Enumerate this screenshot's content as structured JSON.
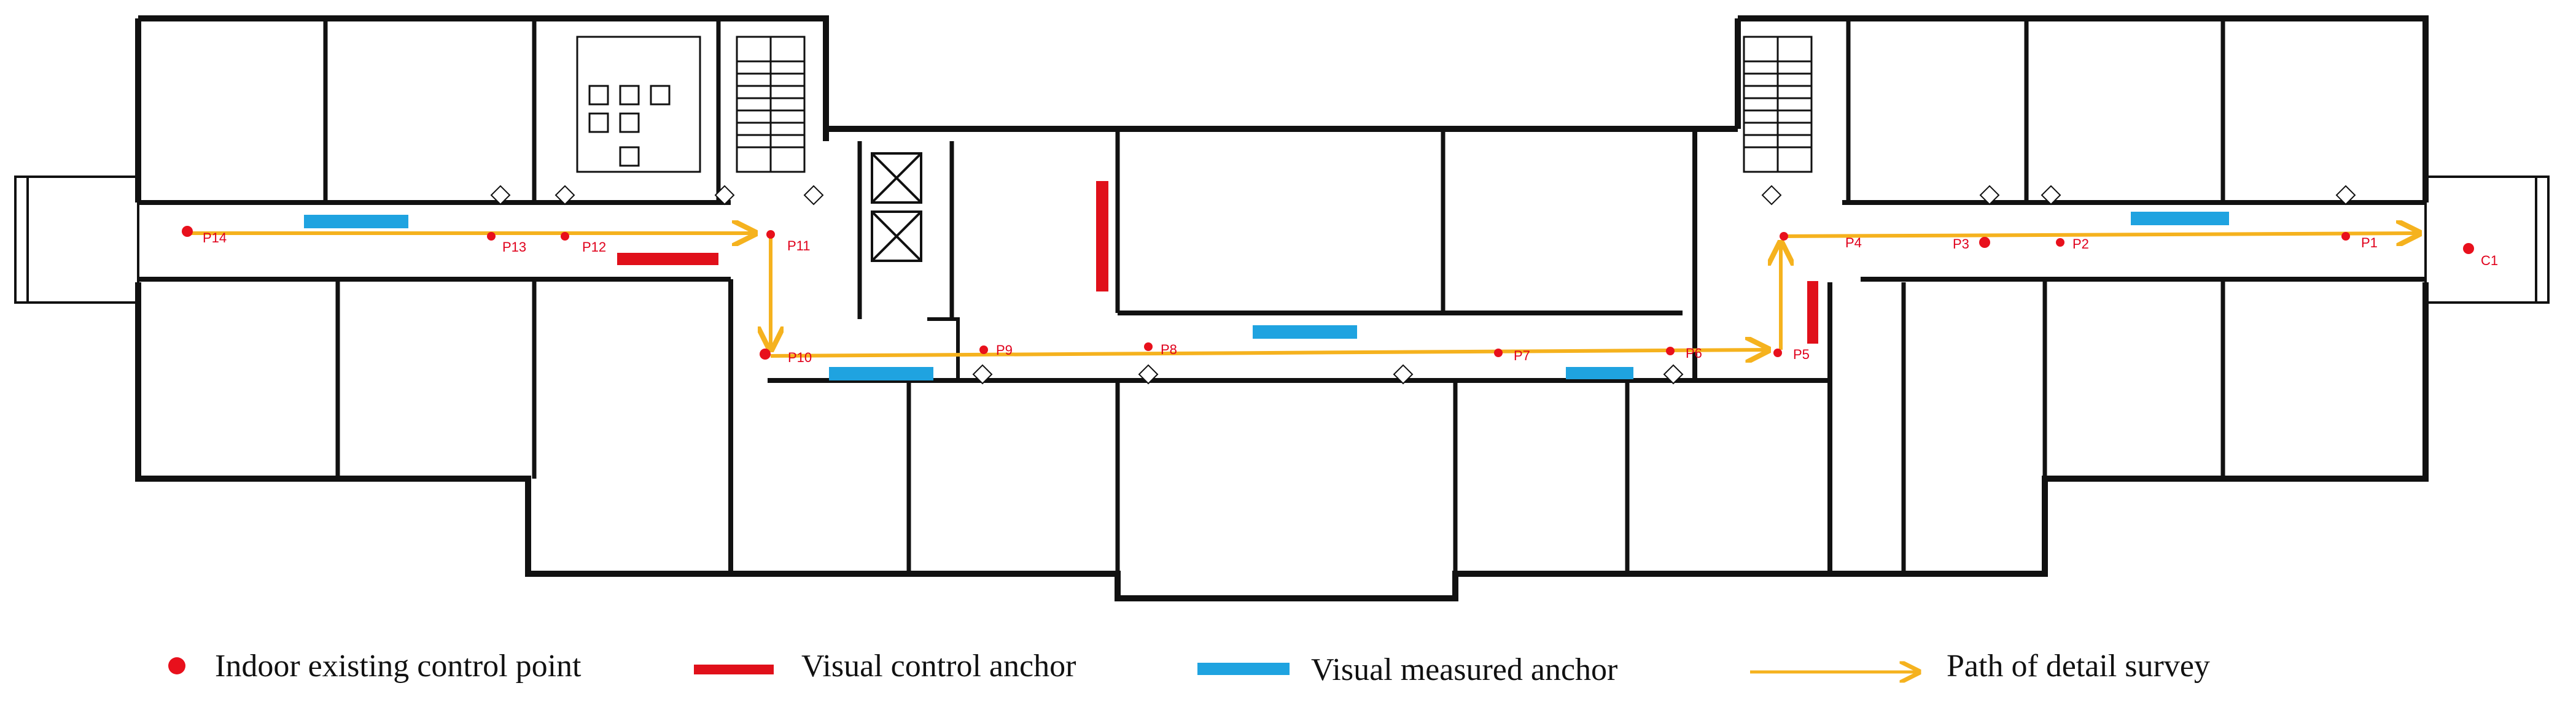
{
  "colors": {
    "control_point": "#e8101c",
    "visual_control_anchor": "#e0101a",
    "visual_measured_anchor": "#1fa3e0",
    "survey_path": "#f5b21e",
    "walls": "#111111"
  },
  "points": [
    {
      "id": "p14",
      "label": "P14"
    },
    {
      "id": "p13",
      "label": "P13"
    },
    {
      "id": "p12",
      "label": "P12"
    },
    {
      "id": "p11",
      "label": "P11"
    },
    {
      "id": "p10",
      "label": "P10"
    },
    {
      "id": "p9",
      "label": "P9"
    },
    {
      "id": "p8",
      "label": "P8"
    },
    {
      "id": "p7",
      "label": "P7"
    },
    {
      "id": "p6",
      "label": "P6"
    },
    {
      "id": "p5",
      "label": "P5"
    },
    {
      "id": "p4",
      "label": "P4"
    },
    {
      "id": "p3",
      "label": "P3"
    },
    {
      "id": "p2",
      "label": "P2"
    },
    {
      "id": "p1",
      "label": "P1"
    },
    {
      "id": "c1",
      "label": "C1"
    }
  ],
  "legend": {
    "control_point": "Indoor existing control point",
    "visual_control_anchor": "Visual control anchor",
    "visual_measured_anchor": "Visual measured anchor",
    "survey_path": "Path of detail survey"
  }
}
